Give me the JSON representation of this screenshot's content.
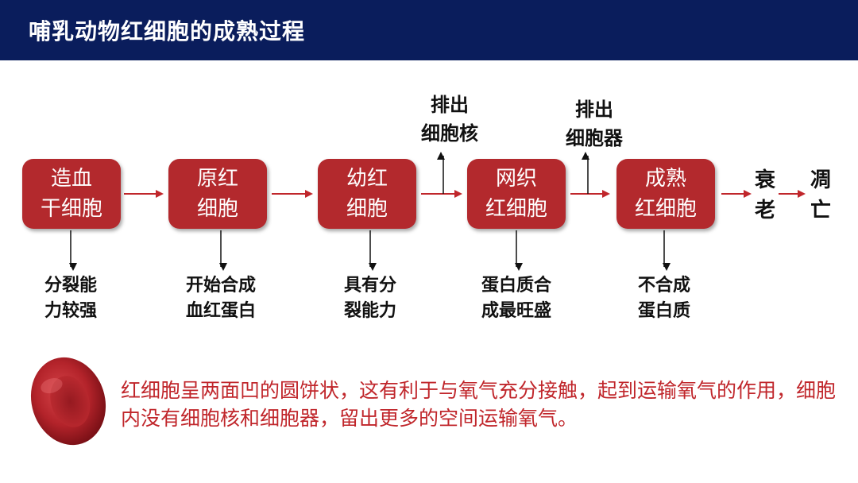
{
  "title": "哺乳动物红细胞的成熟过程",
  "stages": [
    {
      "line1": "造血",
      "line2": "干细胞"
    },
    {
      "line1": "原红",
      "line2": "细胞"
    },
    {
      "line1": "幼红",
      "line2": "细胞"
    },
    {
      "line1": "网织",
      "line2": "红细胞"
    },
    {
      "line1": "成熟",
      "line2": "红细胞"
    }
  ],
  "notes": [
    {
      "line1": "分裂能",
      "line2": "力较强"
    },
    {
      "line1": "开始合成",
      "line2": "血红蛋白"
    },
    {
      "line1": "具有分",
      "line2": "裂能力"
    },
    {
      "line1": "蛋白质合",
      "line2": "成最旺盛"
    },
    {
      "line1": "不合成",
      "line2": "蛋白质"
    }
  ],
  "expulsions": [
    {
      "line1": "排出",
      "line2": "细胞核"
    },
    {
      "line1": "排出",
      "line2": "细胞器"
    }
  ],
  "end_stages": {
    "aging": "衰老",
    "death": "凋亡"
  },
  "caption": "红细胞呈两面凹的圆饼状，这有利于与氧气充分接触，起到运输氧气的作用，细胞内没有细胞核和细胞器，留出更多的空间运输氧气。",
  "colors": {
    "header": "#0a1d5c",
    "stage": "#b3292d",
    "arrow": "#c0262b",
    "caption": "#c0262b"
  }
}
